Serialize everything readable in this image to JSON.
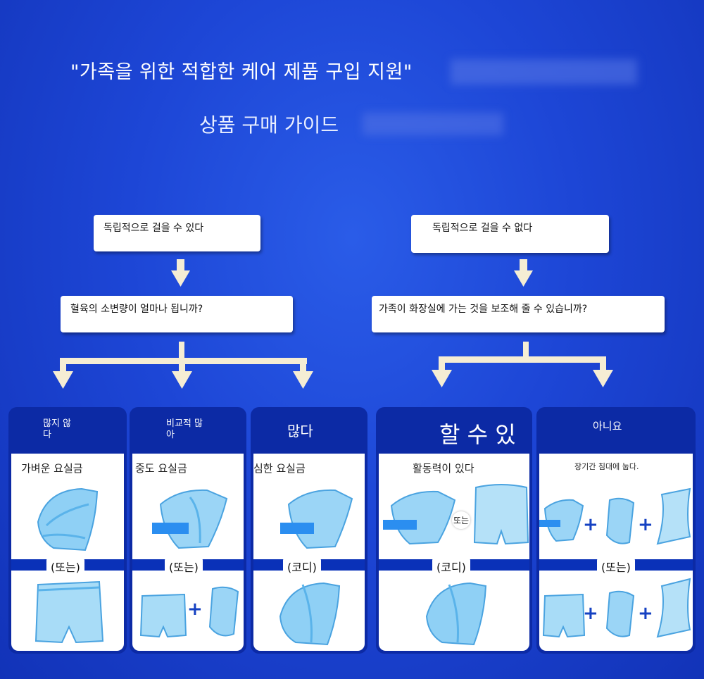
{
  "header": {
    "title": "\"가족을 위한 적합한 케어 제품 구입 지원\"",
    "subtitle": "상품 구매 가이드"
  },
  "left_branch": {
    "question1": "독립적으로 걸을 수 있다",
    "question2": "혈육의 소변량이 얼마나 됩니까?"
  },
  "right_branch": {
    "question1": "독립적으로 걸을 수 없다",
    "question2": "가족이 화장실에 가는 것을 보조해 줄 수 있습니까?"
  },
  "cards": [
    {
      "head_line1": "많지 않",
      "head_line2": "다",
      "label": "가벼운 요실금",
      "or_label": "(또는)"
    },
    {
      "head_line1": "비교적 많",
      "head_line2": "아",
      "label": "중도 요실금",
      "or_label": "(또는)"
    },
    {
      "head_line1": "많다",
      "head_line2": "",
      "label": "심한 요실금",
      "or_label": "(코디)"
    },
    {
      "head_line1": "할 수 있다",
      "head_line2": "",
      "label": "활동력이 있다",
      "or_label": "(코디)",
      "badge": "또는"
    },
    {
      "head_line1": "아니요",
      "head_line2": "",
      "label": "장기간 침대에 눕다.",
      "or_label": "(또는)"
    }
  ],
  "colors": {
    "background": "#1d46d6",
    "card_header": "#0c2aa5",
    "arrow": "#f5edd4",
    "product_blue": "#7fc4f2"
  }
}
